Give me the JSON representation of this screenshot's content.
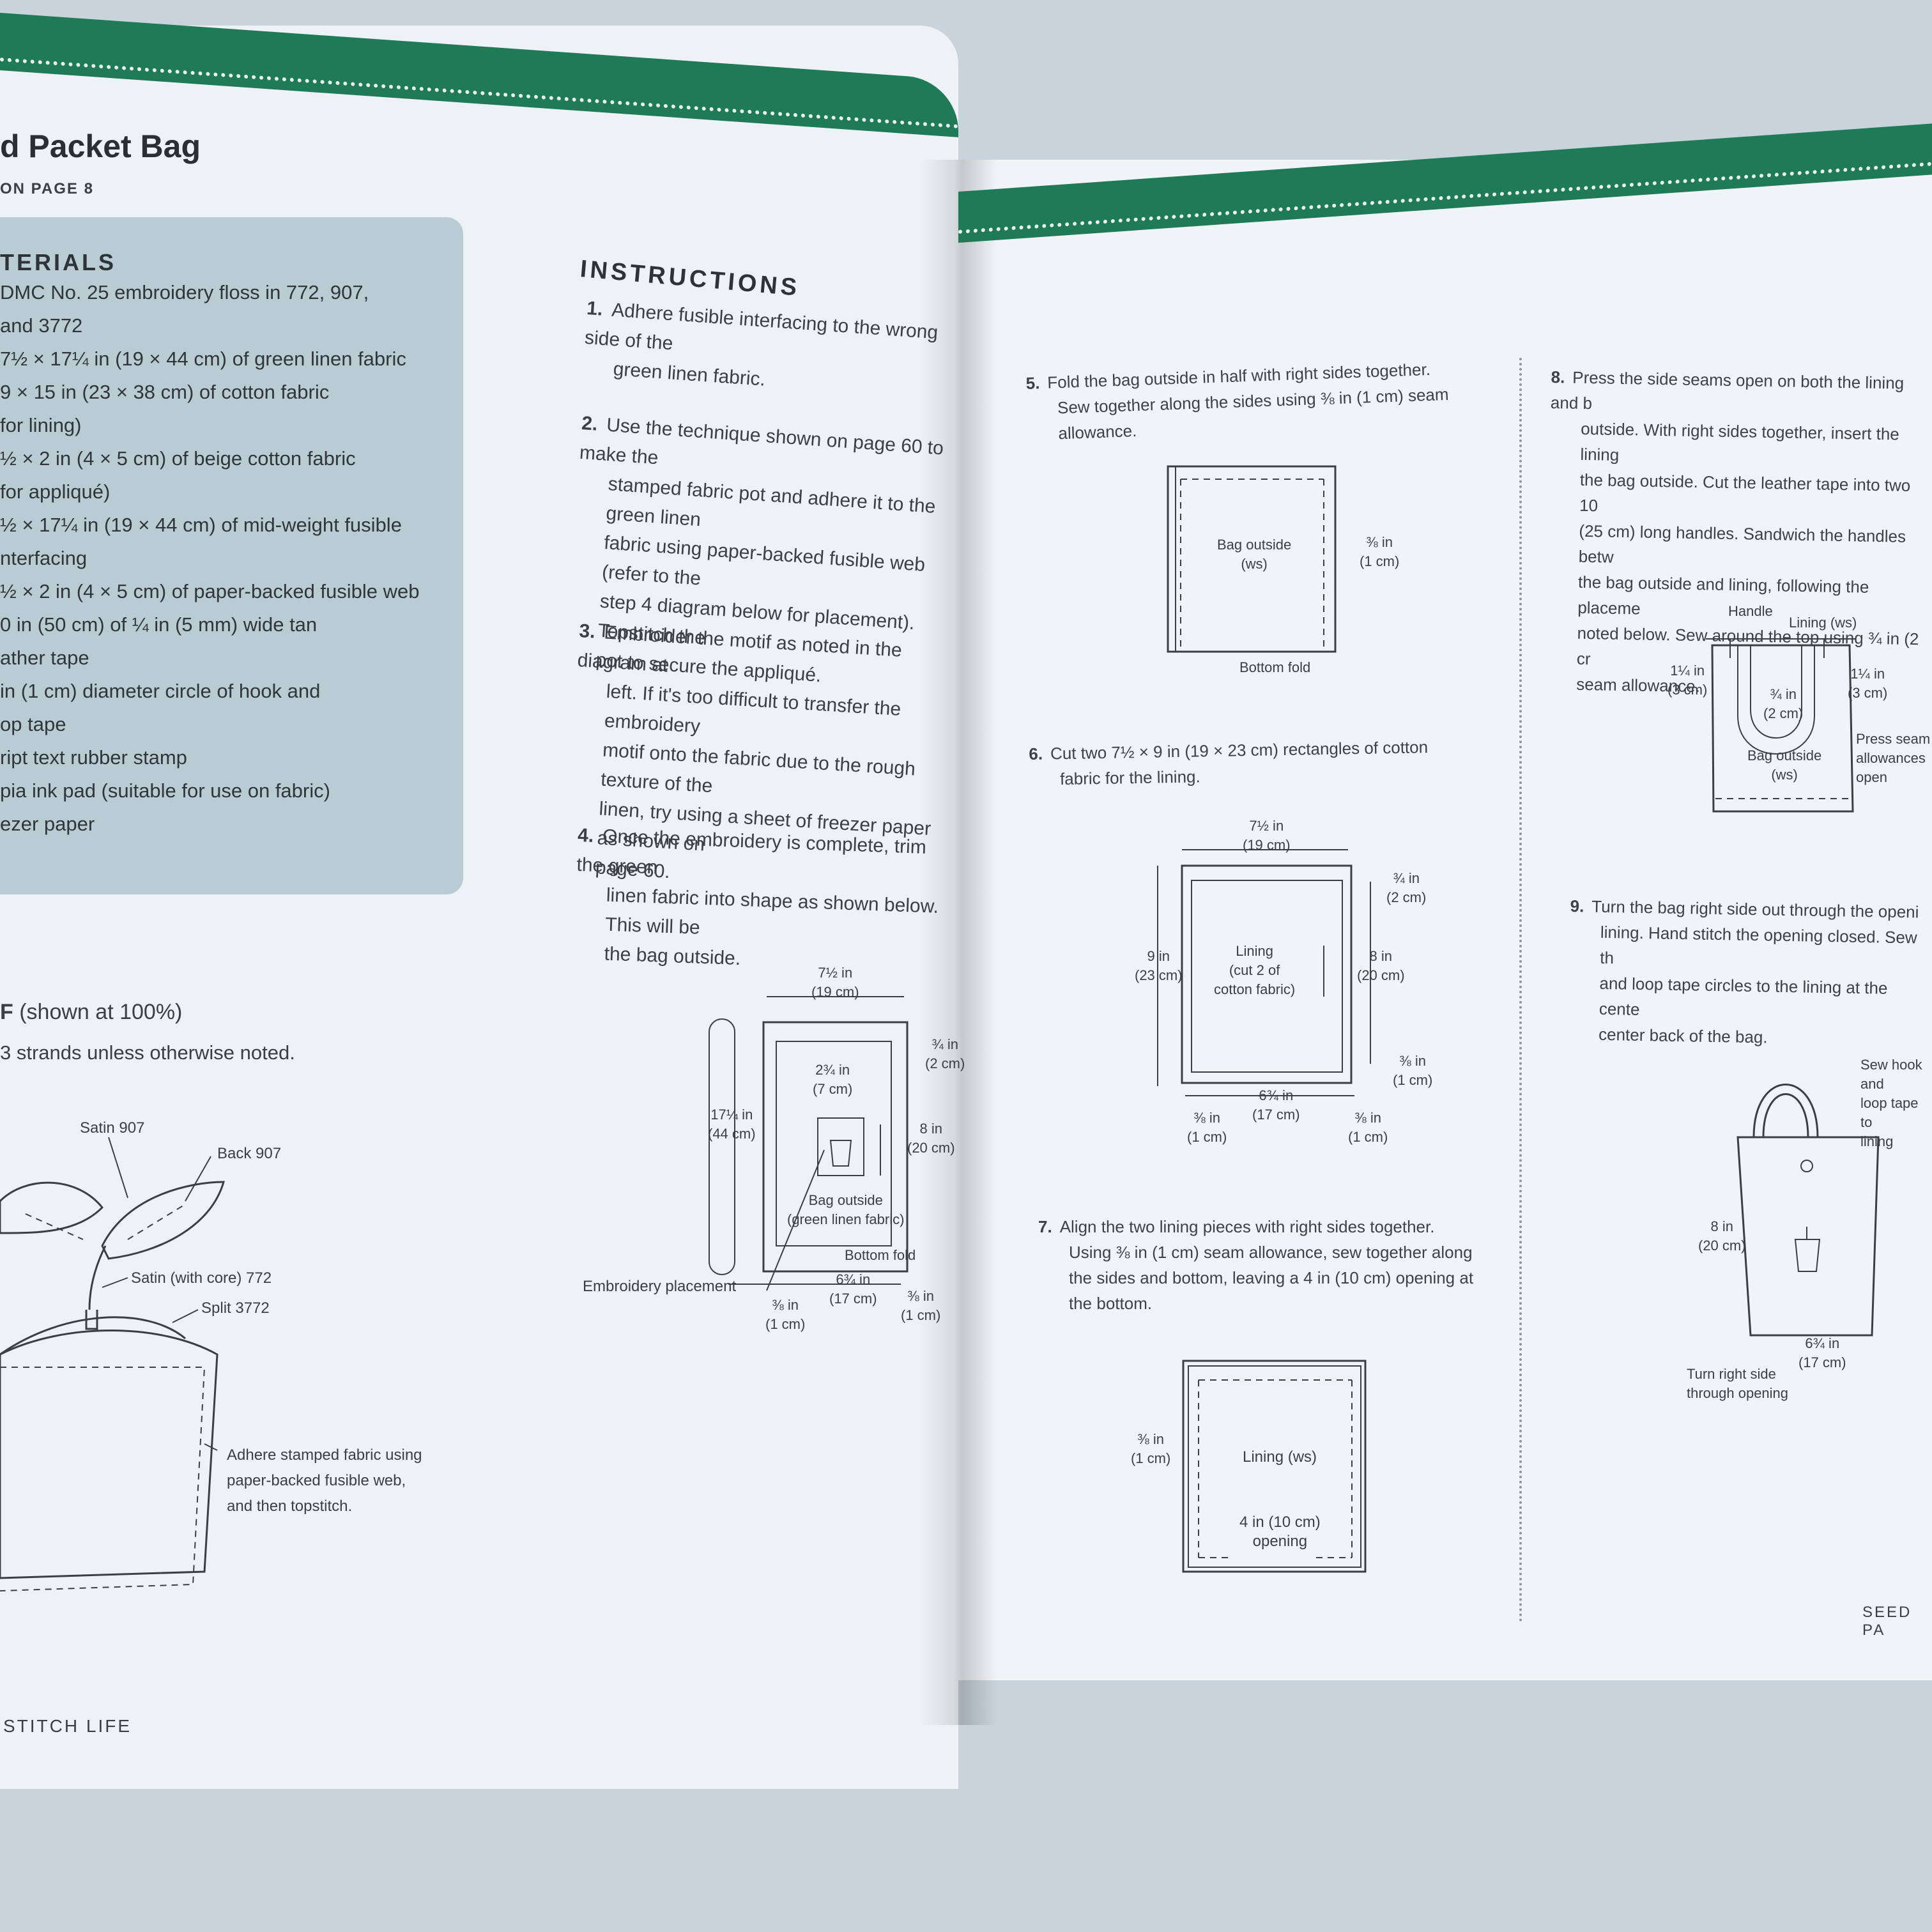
{
  "left_page": {
    "title": "d Packet Bag",
    "subtitle": "ON PAGE 8",
    "materials": {
      "heading": "TERIALS",
      "items": [
        "DMC No. 25 embroidery floss in 772, 907,",
        "and 3772",
        "7½ × 17¼ in (19 × 44 cm) of green linen fabric",
        "9 × 15 in (23 × 38 cm) of cotton fabric",
        "for lining)",
        "½ × 2 in (4 × 5 cm) of beige cotton fabric",
        "for appliqué)",
        "½ × 17¼ in (19 × 44 cm) of mid-weight fusible",
        "nterfacing",
        "½ × 2 in (4 × 5 cm) of paper-backed fusible web",
        "0 in (50 cm) of ¼ in (5 mm) wide tan",
        "ather tape",
        "in (1 cm) diameter circle of hook and",
        "op tape",
        "ript text rubber stamp",
        "pia ink pad (suitable for use on fabric)",
        "ezer paper"
      ]
    },
    "pattern": {
      "heading_letter": "F",
      "heading_note": "(shown at 100%)",
      "strands_note": "3 strands unless otherwise noted.",
      "labels": {
        "satin907": "Satin 907",
        "back907": "Back 907",
        "satin_core": "Satin (with core) 772",
        "split": "Split 3772",
        "adhere_1": "Adhere stamped fabric using",
        "adhere_2": "paper-backed fusible web,",
        "adhere_3": "and then topstitch."
      }
    },
    "instructions": {
      "heading": "INSTRUCTIONS",
      "steps": [
        {
          "num": "1.",
          "lines": [
            "Adhere fusible interfacing to the wrong side of the",
            "green linen fabric."
          ]
        },
        {
          "num": "2.",
          "lines": [
            "Use the technique shown on page 60 to make the",
            "stamped fabric pot and adhere it to the green linen",
            "fabric using paper-backed fusible web (refer to the",
            "step 4 diagram below for placement). Topstitch the",
            "pot to secure the appliqué."
          ]
        },
        {
          "num": "3.",
          "lines": [
            "Embroider the motif as noted in the diagram at",
            "left. If it's too difficult to transfer the embroidery",
            "motif onto the fabric due to the rough texture of the",
            "linen, try using a sheet of freezer paper as shown on",
            "page 60."
          ]
        },
        {
          "num": "4.",
          "lines": [
            "Once the embroidery is complete, trim the green",
            "linen fabric into shape as shown below. This will be",
            "the bag outside."
          ]
        }
      ]
    },
    "diagram4": {
      "width_in": "7½ in",
      "width_cm": "(19 cm)",
      "height_in": "17¼ in",
      "height_cm": "(44 cm)",
      "inner_in": "2¾ in",
      "inner_cm": "(7 cm)",
      "top_in": "¾ in",
      "top_cm": "(2 cm)",
      "side_in": "8 in",
      "side_cm": "(20 cm)",
      "bag_1": "Bag outside",
      "bag_2": "(green linen fabric)",
      "bottom_fold": "Bottom fold",
      "bottom_in": "6¾ in",
      "bottom_cm": "(17 cm)",
      "seam_l_in": "⅜ in",
      "seam_l_cm": "(1 cm)",
      "seam_r_in": "⅜ in",
      "seam_r_cm": "(1 cm)",
      "placement": "Embroidery placement"
    },
    "footer": "STITCH LIFE"
  },
  "right_page": {
    "steps": {
      "s5": {
        "num": "5.",
        "lines": [
          "Fold the bag outside in half with right sides together.",
          "Sew together along the sides using ⅜ in (1 cm) seam",
          "allowance."
        ]
      },
      "s6": {
        "num": "6.",
        "lines": [
          "Cut two 7½ × 9 in (19 × 23 cm) rectangles of cotton",
          "fabric for the lining."
        ]
      },
      "s7": {
        "num": "7.",
        "lines": [
          "Align the two lining pieces with right sides together.",
          "Using ⅜ in (1 cm) seam allowance, sew together along",
          "the sides and bottom, leaving a 4 in (10 cm) opening at",
          "the bottom."
        ]
      },
      "s8": {
        "num": "8.",
        "lines": [
          "Press the side seams open on both the lining and b",
          "outside. With right sides together, insert the lining",
          "the bag outside. Cut the leather tape into two 10",
          "(25 cm) long handles. Sandwich the handles betw",
          "the bag outside and lining, following the placeme",
          "noted below. Sew around the top using ¾ in (2 cr",
          "seam allowance."
        ]
      },
      "s9": {
        "num": "9.",
        "lines": [
          "Turn the bag right side out through the openi",
          "lining. Hand stitch the opening closed. Sew th",
          "and loop tape circles to the lining at the cente",
          "center back of the bag."
        ]
      }
    },
    "diagram5": {
      "bag_1": "Bag outside",
      "bag_2": "(ws)",
      "seam_in": "⅜ in",
      "seam_cm": "(1 cm)",
      "bottom_fold": "Bottom fold"
    },
    "diagram6": {
      "width_in": "7½ in",
      "width_cm": "(19 cm)",
      "top_in": "¾ in",
      "top_cm": "(2 cm)",
      "left_in": "9 in",
      "left_cm": "(23 cm)",
      "right_in": "8 in",
      "right_cm": "(20 cm)",
      "lining_1": "Lining",
      "lining_2": "(cut 2 of",
      "lining_3": "cotton fabric)",
      "bot_seam_in": "⅜ in",
      "bot_seam_cm": "(1 cm)",
      "bottom_in": "6¾ in",
      "bottom_cm": "(17 cm)",
      "seam_l_in": "⅜ in",
      "seam_l_cm": "(1 cm)",
      "seam_r_in": "⅜ in",
      "seam_r_cm": "(1 cm)"
    },
    "diagram7": {
      "seam_in": "⅜ in",
      "seam_cm": "(1 cm)",
      "lining": "Lining (ws)",
      "opening_1": "4 in (10 cm)",
      "opening_2": "opening"
    },
    "diagram8": {
      "handle": "Handle",
      "lining": "Lining (ws)",
      "l_in": "1¼ in",
      "l_cm": "(3 cm)",
      "r_in": "1¼ in",
      "r_cm": "(3 cm)",
      "c_in": "¾ in",
      "c_cm": "(2 cm)",
      "bag_1": "Bag outside",
      "bag_2": "(ws)",
      "press_1": "Press seam",
      "press_2": "allowances",
      "press_3": "open"
    },
    "diagram9": {
      "sew_1": "Sew hook and",
      "sew_2": "loop tape to",
      "sew_3": "lining",
      "h_in": "8 in",
      "h_cm": "(20 cm)",
      "w_in": "6¾ in",
      "w_cm": "(17 cm)",
      "turn_1": "Turn right side",
      "turn_2": "through opening"
    },
    "footer": "SEED PA"
  }
}
